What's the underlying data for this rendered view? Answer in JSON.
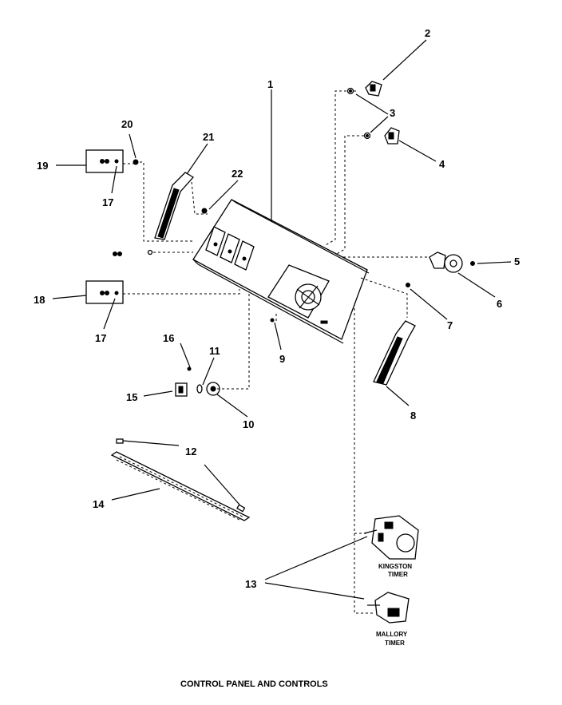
{
  "callouts": {
    "n1": "1",
    "n2": "2",
    "n3": "3",
    "n4": "4",
    "n5": "5",
    "n6": "6",
    "n7": "7",
    "n8": "8",
    "n9": "9",
    "n10": "10",
    "n11": "11",
    "n12": "12",
    "n13": "13",
    "n14": "14",
    "n15": "15",
    "n16": "16",
    "n17a": "17",
    "n17b": "17",
    "n18": "18",
    "n19": "19",
    "n20": "20",
    "n21": "21",
    "n22": "22"
  },
  "labels": {
    "kingston_1": "KINGSTON",
    "kingston_2": "TIMER",
    "mallory_1": "MALLORY",
    "mallory_2": "TIMER"
  },
  "caption": "CONTROL PANEL AND CONTROLS"
}
